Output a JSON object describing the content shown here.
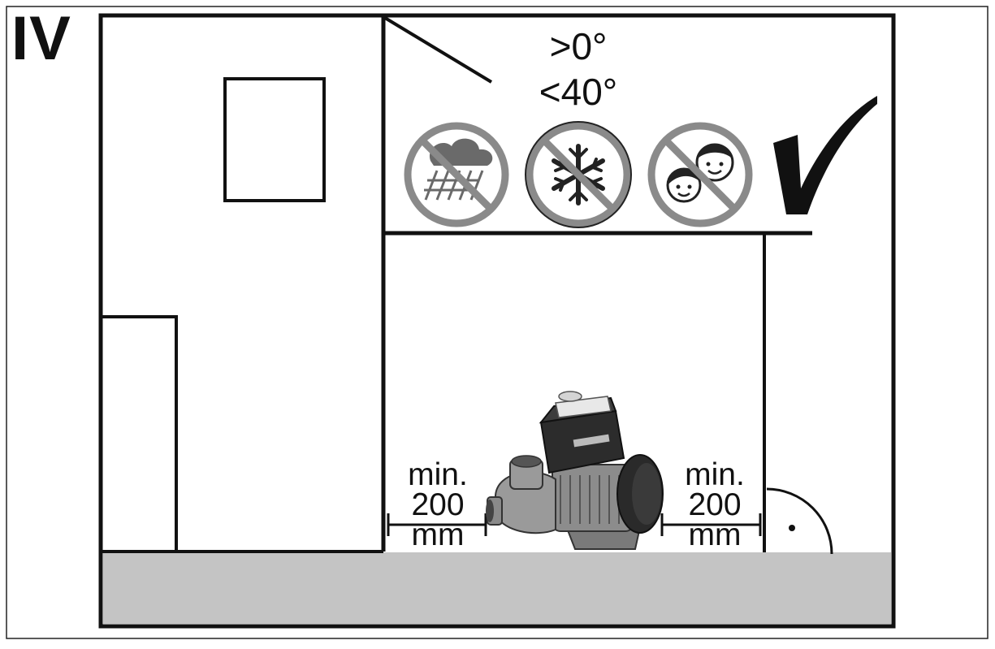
{
  "panel_label": "IV",
  "temperature": {
    "min": ">0°",
    "max": "<40°"
  },
  "prohibitions": [
    {
      "name": "no-rain-icon"
    },
    {
      "name": "no-frost-icon"
    },
    {
      "name": "no-children-icon"
    }
  ],
  "approval_mark": "checkmark-icon",
  "clearance_left": {
    "line1": "min.",
    "line2": "200",
    "line3": "mm"
  },
  "clearance_right": {
    "line1": "min.",
    "line2": "200",
    "line3": "mm"
  },
  "colors": {
    "line": "#111111",
    "floor": "#c4c4c4",
    "prohibition_ring": "#8a8a8a"
  }
}
